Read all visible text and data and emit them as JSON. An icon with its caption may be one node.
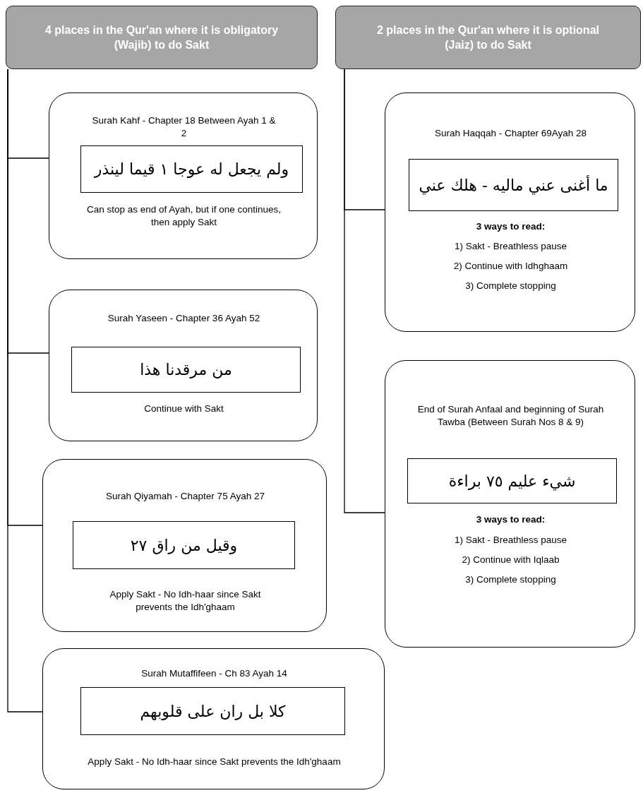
{
  "diagram": {
    "nodes": [
      {
        "text": [
          "4 places in the Qur'an where it is obligatory (Wajib) to do Sakt"
        ]
      },
      {
        "text": [
          "2 places in the Qur'an where it is optional (Jaiz) to do Sakt"
        ]
      },
      {
        "text": [
          "Surah Kahf - Chapter 18 Between Ayah 1 & 2",
          "Can stop as end of Ayah, but if one continues, then apply Sakt"
        ]
      },
      {
        "text": [
          "ولم يجعل له عوجا ١ قيما لينذر"
        ],
        "in": 2
      },
      {
        "text": [
          "Surah Yaseen - Chapter 36 Ayah 52",
          "Continue with Sakt"
        ]
      },
      {
        "text": [
          "من مرقدنا هذا"
        ],
        "in": 4
      },
      {
        "text": [
          "Surah Qiyamah - Chapter 75 Ayah 27",
          "Apply Sakt - No Idh-haar since Sakt prevents the Idh'ghaam"
        ]
      },
      {
        "text": [
          "وقيل من راق ٢٧"
        ],
        "in": 6
      },
      {
        "text": [
          "Surah Mutaffifeen - Ch 83 Ayah 14",
          "Apply Sakt - No Idh-haar since Sakt prevents the Idh'ghaam"
        ]
      },
      {
        "text": [
          "كلا بل ران على قلوبهم"
        ],
        "in": 8
      },
      {
        "text": [
          "Surah Haqqah - Chapter 69Ayah 28",
          "3 ways to read:",
          "1) Sakt - Breathless pause",
          "2) Continue with Idhghaam",
          "3) Complete stopping"
        ]
      },
      {
        "text": [
          "ما أغنى عني ماليه - هلك عني"
        ],
        "in": 10
      },
      {
        "text": [
          "End of Surah Anfaal and beginning of Surah Tawba (Between Surah Nos 8 & 9)",
          "3 ways to read:",
          "1) Sakt - Breathless pause",
          "2) Continue with Iqlaab",
          "3) Complete stopping"
        ]
      },
      {
        "text": [
          "شيء عليم ٧٥ براءة"
        ],
        "in": 12
      }
    ],
    "edges": [
      {
        "from": 0,
        "to": 2,
        "arrow": "none"
      },
      {
        "from": 0,
        "to": 4,
        "arrow": "none"
      },
      {
        "from": 0,
        "to": 6,
        "arrow": "none"
      },
      {
        "from": 0,
        "to": 8,
        "arrow": "none"
      },
      {
        "from": 1,
        "to": 10,
        "arrow": "none"
      },
      {
        "from": 1,
        "to": 12,
        "arrow": "none"
      }
    ]
  }
}
